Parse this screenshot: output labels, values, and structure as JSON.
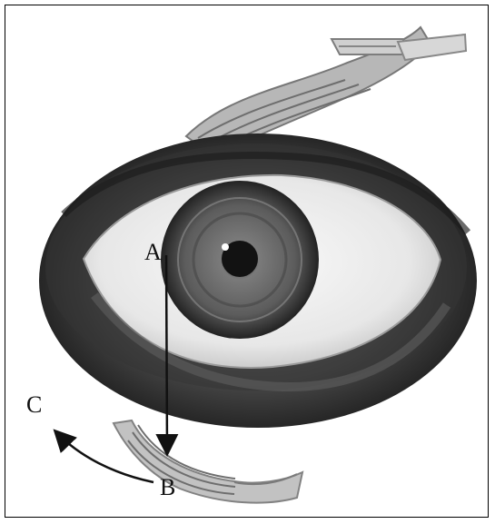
{
  "figure": {
    "labels": {
      "a": "A",
      "b": "B",
      "c": "C"
    },
    "colors": {
      "ink": "#111111",
      "frame": "#000000",
      "sclera": "#f3f3f3",
      "iris": "#6f6f6f",
      "pupil": "#121212",
      "skin": "#4b4b4b",
      "muscle": "#9a9a9a"
    }
  }
}
